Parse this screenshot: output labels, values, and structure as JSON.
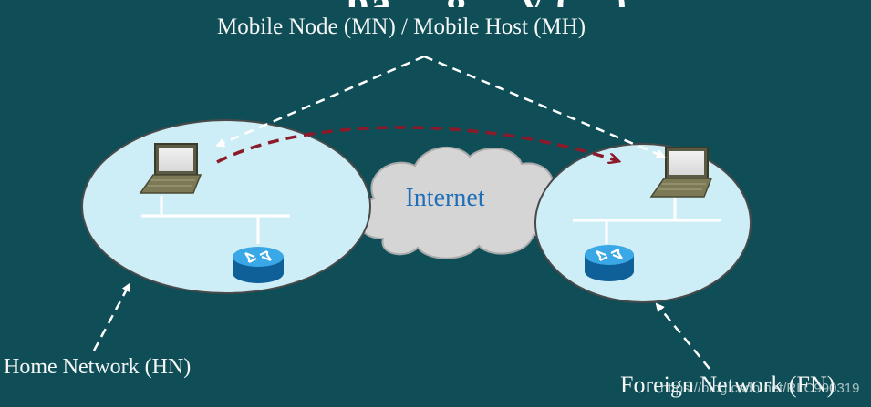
{
  "title_fragment": "pa… g… y (…)",
  "labels": {
    "mobile_node": "Mobile Node (MN) / Mobile Host (MH)",
    "internet": "Internet",
    "home_network": "Home Network (HN)",
    "foreign_network": "Foreign Network (FN)"
  },
  "watermark": "https://blog.csdn.net/RLC990319",
  "colors": {
    "background": "#0f4d57",
    "network_fill": "#cdeef6",
    "cloud_fill": "#d5d5d5",
    "internet_text": "#1f6fb8",
    "move_arrow": "#8b1a2a",
    "pointer_arrows": "#ffffff",
    "router": "#1a7fc1"
  },
  "icons": {
    "laptop": "laptop-icon",
    "router": "router-icon",
    "cloud": "cloud-icon"
  }
}
